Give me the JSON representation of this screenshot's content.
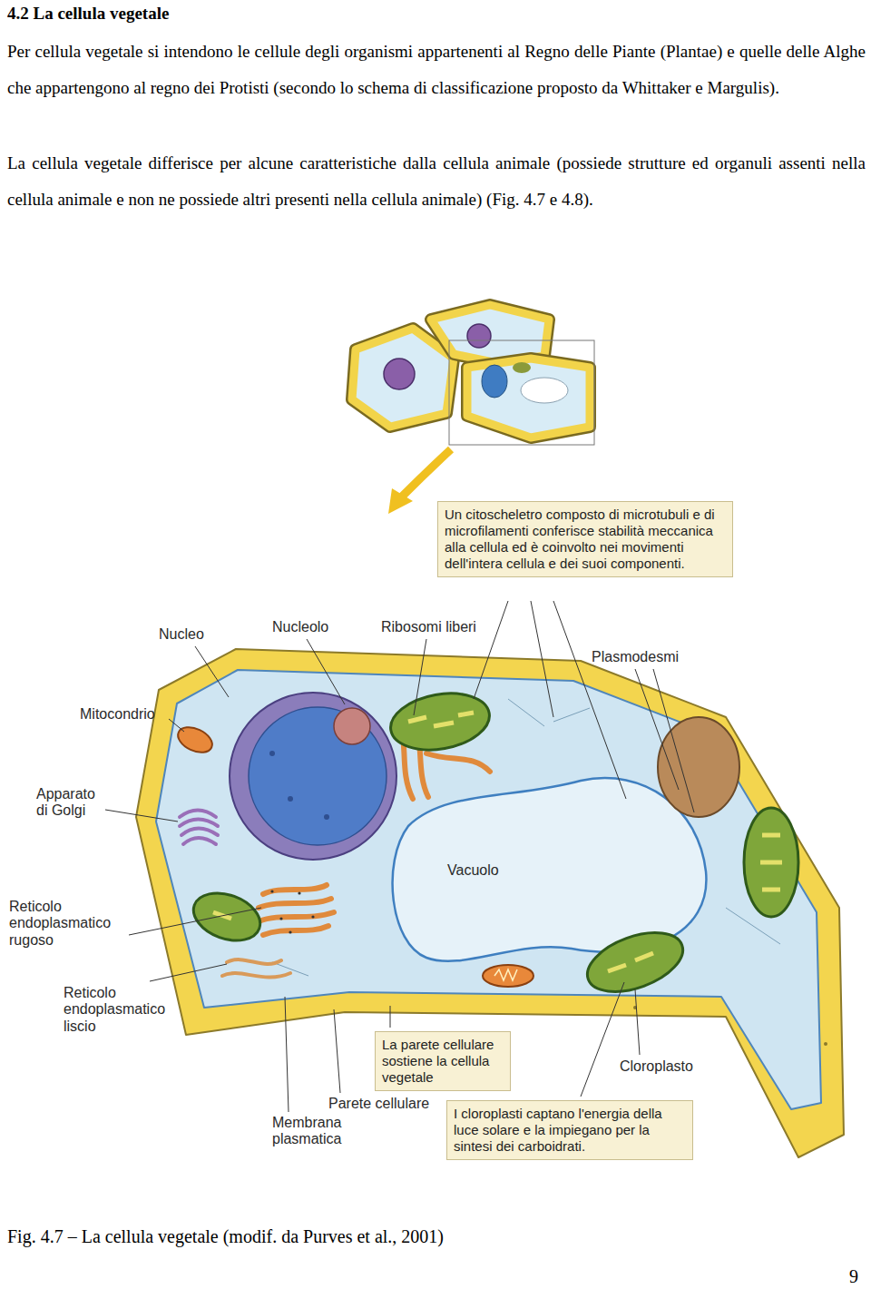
{
  "diagram": {
    "title": "4.2 La cellula vegetale",
    "caption": "Fig. 4.7 – La cellula vegetale (modif. da Purves et al., 2001)",
    "nodes": [
      {
        "text": [
          "Un citoscheletro composto di microtubuli e di microfilamenti conferisce stabilità meccanica alla cellula ed è coinvolto nei movimenti dell'intera cellula e dei suoi componenti."
        ]
      },
      {
        "text": [
          "La parete cellulare sostiene la cellula vegetale"
        ]
      },
      {
        "text": [
          "I cloroplasti captano l'energia della luce solare e la impiegano per la sintesi dei carboidrati."
        ]
      }
    ],
    "labels": [
      "Per cellula vegetale si intendono le cellule degli organismi appartenenti al Regno delle Piante (Plantae) e quelle delle Alghe che appartengono al regno dei Protisti (secondo lo schema di classificazione proposto da Whittaker e Margulis).",
      "La cellula vegetale differisce per alcune caratteristiche dalla cellula animale (possiede strutture ed organuli assenti nella cellula animale e non ne possiede altri presenti nella cellula animale) (Fig. 4.7 e 4.8).",
      "Nucleo",
      "Nucleolo",
      "Ribosomi liberi",
      "Plasmodesmi",
      "Mitocondrio",
      "Apparato di Golgi",
      "Vacuolo",
      "Reticolo endoplasmatico rugoso",
      "Reticolo endoplasmatico liscio",
      "Parete cellulare",
      "Membrana plasmatica",
      "Cloroplasto",
      "9"
    ]
  }
}
